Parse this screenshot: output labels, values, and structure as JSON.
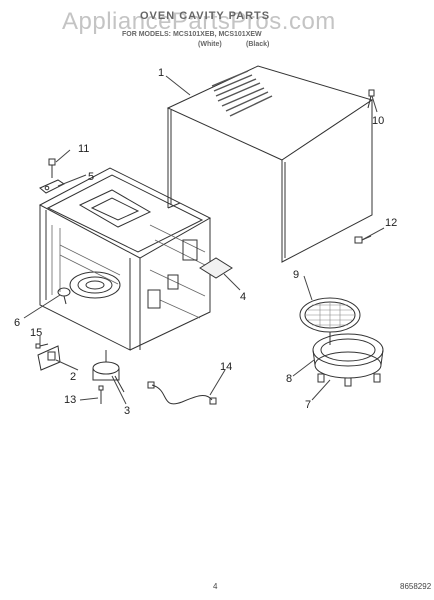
{
  "watermark": "AppliancePartsPros.com",
  "header": {
    "title": "OVEN CAVITY PARTS",
    "parts_line": "FOR MODELS: MCS101XEB, MCS101XEW",
    "variant_white": "(White)",
    "variant_black": "(Black)"
  },
  "callouts": [
    "1",
    "2",
    "3",
    "4",
    "5",
    "6",
    "7",
    "8",
    "9",
    "10",
    "11",
    "12",
    "13",
    "14",
    "15"
  ],
  "footer": {
    "page": "4",
    "code": "8658292"
  }
}
